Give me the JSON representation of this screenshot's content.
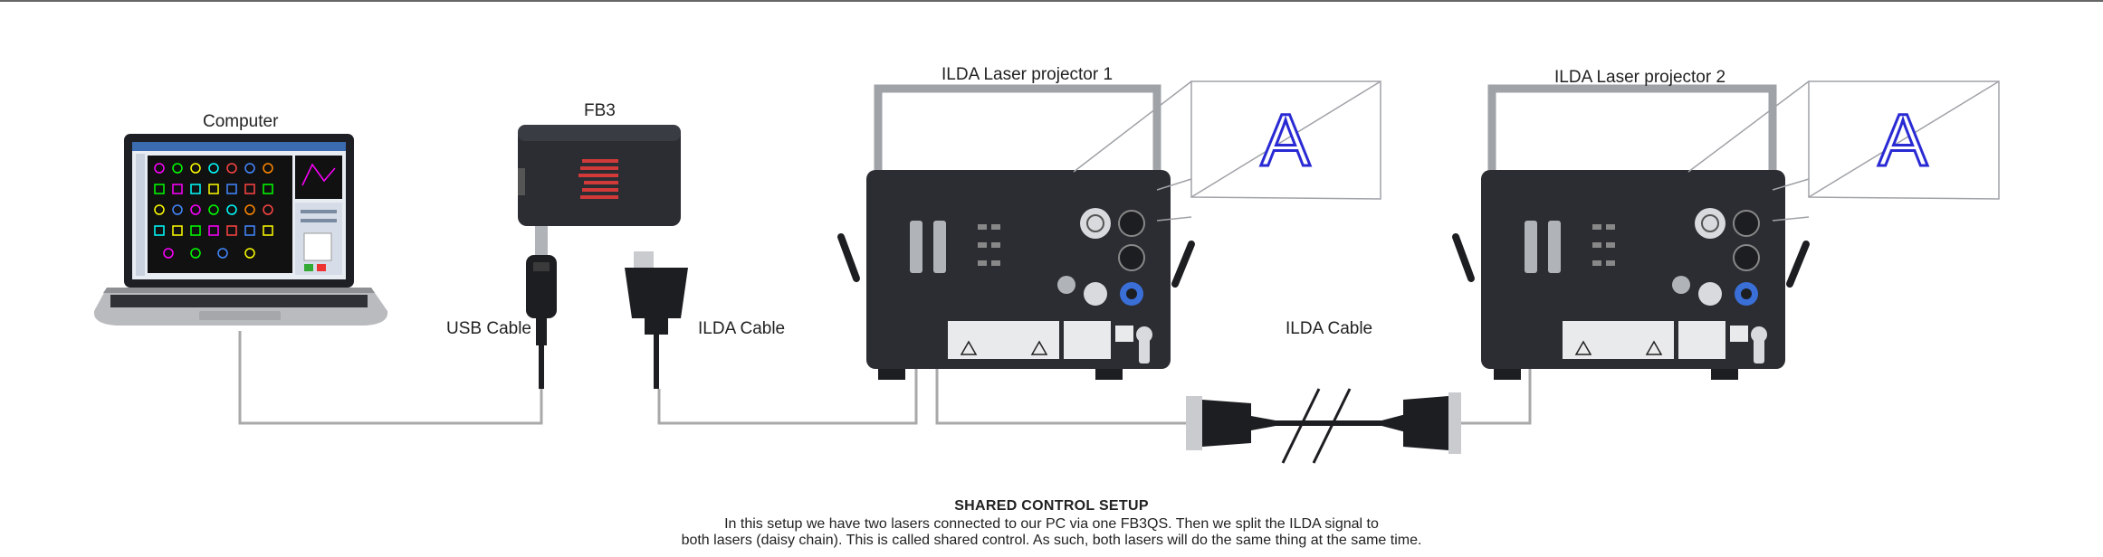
{
  "labels": {
    "computer": "Computer",
    "fb3": "FB3",
    "projector1": "ILDA Laser projector 1",
    "projector2": "ILDA Laser projector 2",
    "usb_cable": "USB Cable",
    "ilda_cable_1": "ILDA Cable",
    "ilda_cable_2": "ILDA Cable"
  },
  "projection_letter": "A",
  "colors": {
    "cable": "#a9a9a9",
    "device_dark": "#2b2d33",
    "projection_letter": "#2a2ad4",
    "fb3_logo": "#d23a3a"
  },
  "caption": {
    "title": "SHARED CONTROL SETUP",
    "line1": "In this setup we have two lasers connected to our PC via one FB3QS. Then we split the ILDA signal to",
    "line2": "both lasers (daisy chain). This is called shared control. As such, both lasers will do the same thing at the same time."
  }
}
